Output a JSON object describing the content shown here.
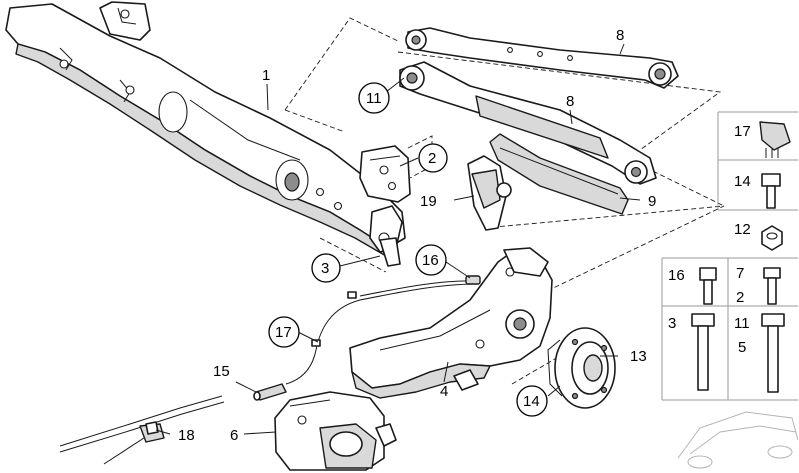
{
  "figure": {
    "background": "#ffffff",
    "line_color": "#1a1a1a",
    "shade_color": "#d9d9d9",
    "callouts": {
      "axle_carrier": "1",
      "bracket": "2",
      "bracket_lower": "3",
      "trailing_arm": "4",
      "wheel_hub": "13",
      "hub_plate": "14",
      "sensor_lead": "15",
      "sensor_plug": "16",
      "sensor_cable": "17",
      "clip": "18",
      "cover": "19",
      "bump_stop": "6",
      "control_arm_upper": "8",
      "control_arm_lower": "8",
      "boot": "9",
      "bushing": "11"
    },
    "side_panel": {
      "clip_item": "17",
      "bolt_item": "14",
      "nut_item": "12",
      "bolt_a_item": "16",
      "bolt_b_items": [
        "7",
        "2"
      ],
      "long_bolt_item": "3",
      "long_bolt_b_items": [
        "11",
        "5"
      ]
    }
  }
}
